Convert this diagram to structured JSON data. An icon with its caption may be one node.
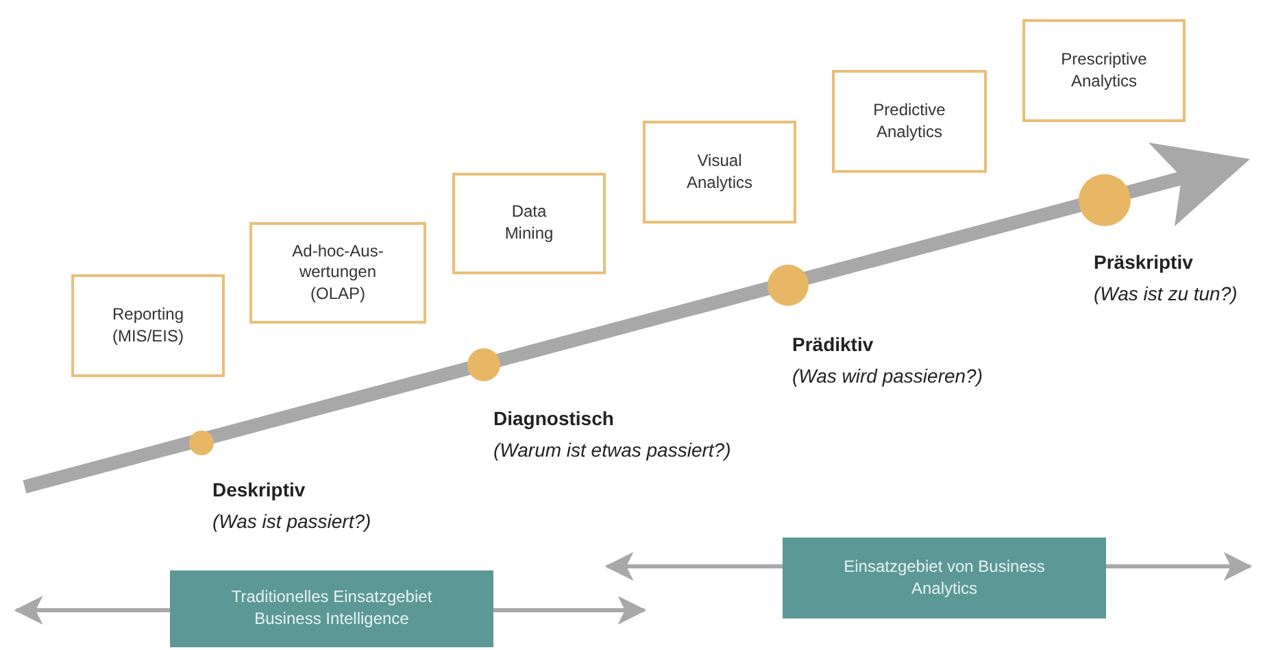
{
  "diagram": {
    "nodes": [
      {
        "text": [
          "Reporting (MIS/EIS)"
        ]
      },
      {
        "text": [
          "Ad-hoc-Aus- wertungen (OLAP)"
        ]
      },
      {
        "text": [
          "Data Mining"
        ]
      },
      {
        "text": [
          "Visual Analytics"
        ]
      },
      {
        "text": [
          "Predictive Analytics"
        ]
      },
      {
        "text": [
          "Prescriptive Analytics"
        ]
      },
      {
        "text": [
          "Traditionelles Einsatzgebiet Business Intelligence"
        ]
      },
      {
        "text": [
          "Einsatzgebiet von Business Analytics"
        ]
      }
    ],
    "labels": [
      "Deskriptiv",
      "(Was ist passiert?)",
      "Diagnostisch",
      "(Warum ist etwas passiert?)",
      "Prädiktiv",
      "(Was wird passieren?)",
      "Präskriptiv",
      "(Was ist zu tun?)"
    ]
  }
}
